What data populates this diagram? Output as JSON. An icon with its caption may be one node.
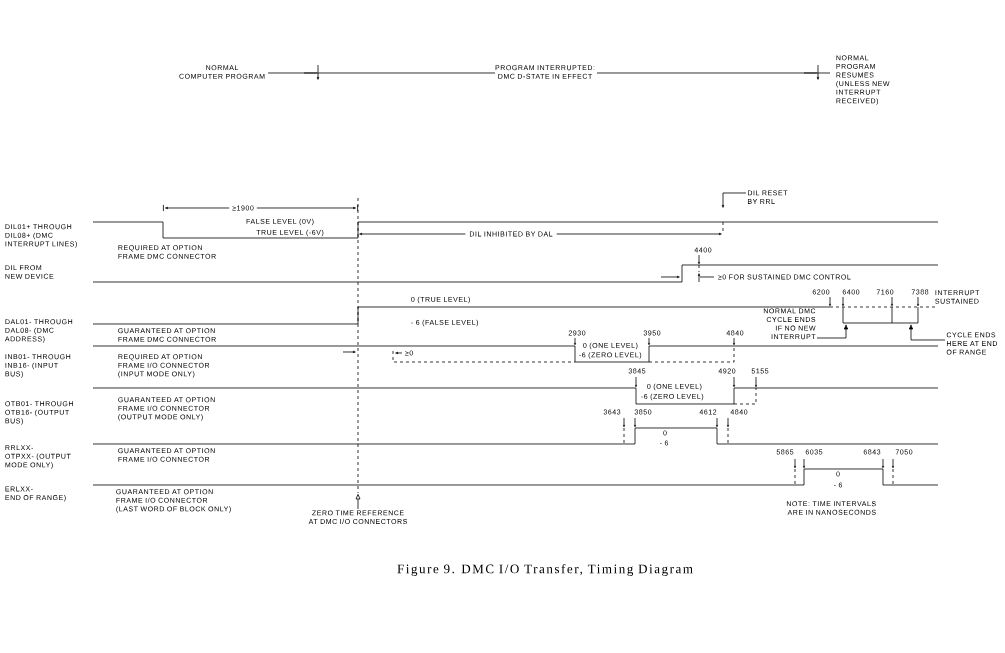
{
  "diagram": {
    "caption": "Figure 9.  DMC I/O Transfer, Timing Diagram",
    "nodes": [
      {
        "text": [
          "DIL RESET BY RRL"
        ]
      },
      {
        "text": [
          "NORMAL DMC CYCLE ENDS IF NO NEW INTERRUPT"
        ]
      },
      {
        "text": [
          "CYCLE ENDS HERE AT END OF RANGE"
        ]
      },
      {
        "text": [
          "ZERO TIME REFERENCE AT DMC I/O CONNECTORS"
        ]
      },
      {
        "text": [],
        "shape": "line"
      },
      {
        "text": [],
        "shape": "line"
      }
    ],
    "edges": [
      {
        "from": 0,
        "to": null,
        "arrow": "to"
      },
      {
        "from": 1,
        "to": 5,
        "arrow": "to"
      },
      {
        "from": 2,
        "to": 5,
        "arrow": "to"
      },
      {
        "from": 3,
        "to": 4,
        "arrow": "to"
      }
    ],
    "labels": [
      "NORMAL COMPUTER PROGRAM",
      "PROGRAM INTERRUPTED: DMC D-STATE IN EFFECT",
      "NORMAL PROGRAM RESUMES (UNLESS NEW INTERRUPT RECEIVED)",
      "DIL01+ THROUGH DIL08+ (DMC INTERRUPT LINES)",
      "DIL FROM NEW DEVICE",
      "DAL01- THROUGH DAL08- (DMC ADDRESS)",
      "INB01- THROUGH INB16- (INPUT BUS)",
      "OTB01- THROUGH OTB16- (OUTPUT BUS)",
      "RRLXX- OTPXX- (OUTPUT MODE ONLY)",
      "ERLXX- END OF RANGE)",
      "REQUIRED AT OPTION FRAME DMC CONNECTOR",
      "GUARANTEED AT OPTION FRAME DMC CONNECTOR",
      "REQUIRED AT OPTION FRAME I/O CONNECTOR (INPUT MODE ONLY)",
      "GUARANTEED AT OPTION FRAME I/O CONNECTOR (OUTPUT MODE ONLY)",
      "GUARANTEED AT OPTION FRAME I/O CONNECTOR",
      "GUARANTEED AT OPTION FRAME I/O CONNECTOR (LAST WORD OF BLOCK ONLY)",
      "≥1900",
      "FALSE LEVEL (0V)",
      "TRUE LEVEL (-6V)",
      "DIL INHIBITED BY DAL",
      "0 (TRUE LEVEL)",
      "- 6 (FALSE LEVEL)",
      "4400",
      "≥0 FOR SUSTAINED DMC CONTROL",
      "6200",
      "6400",
      "7160",
      "7388",
      "INTERRUPT SUSTAINED",
      "2930",
      "3950",
      "4840",
      "≥0",
      "0 (ONE LEVEL)",
      "-6 (ZERO LEVEL)",
      "3845",
      "0 (ONE LEVEL)",
      "-6 (ZERO LEVEL)",
      "4920",
      "5155",
      "3643",
      "3850",
      "4612",
      "4840",
      "0",
      "- 6",
      "5865",
      "6035",
      "6843",
      "7050",
      "0",
      "- 6",
      "NOTE: TIME INTERVALS ARE IN NANOSECONDS"
    ]
  }
}
